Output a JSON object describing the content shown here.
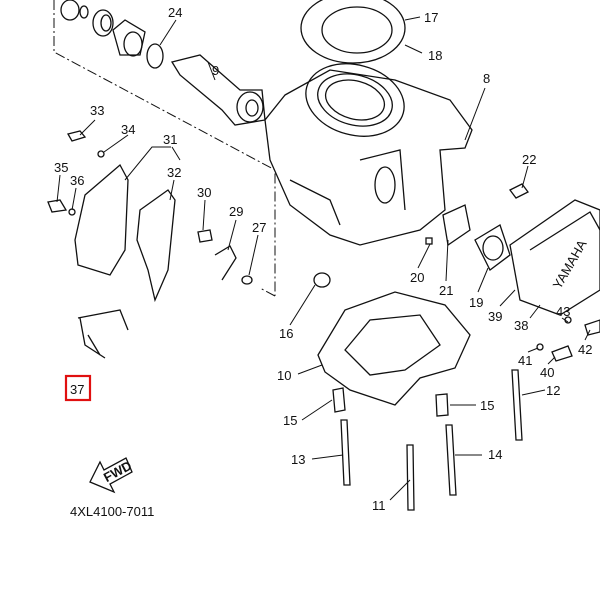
{
  "diagram": {
    "part_number": "4XL4100-7011",
    "highlighted_callout": "37",
    "highlight_color": "#e01010",
    "fwd_label": "FWD",
    "logo_text": "YAMAHA",
    "callouts": {
      "c24": "24",
      "c9": "9",
      "c17": "17",
      "c18": "18",
      "c8": "8",
      "c33": "33",
      "c34": "34",
      "c31": "31",
      "c32": "32",
      "c35": "35",
      "c36": "36",
      "c30": "30",
      "c29": "29",
      "c27": "27",
      "c22": "22",
      "c20": "20",
      "c21": "21",
      "c19": "19",
      "c39": "39",
      "c38": "38",
      "c43": "43",
      "c42": "42",
      "c16": "16",
      "c10": "10",
      "c41": "41",
      "c40": "40",
      "c12": "12",
      "c15a": "15",
      "c15b": "15",
      "c13": "13",
      "c14": "14",
      "c11": "11",
      "c37": "37"
    }
  }
}
